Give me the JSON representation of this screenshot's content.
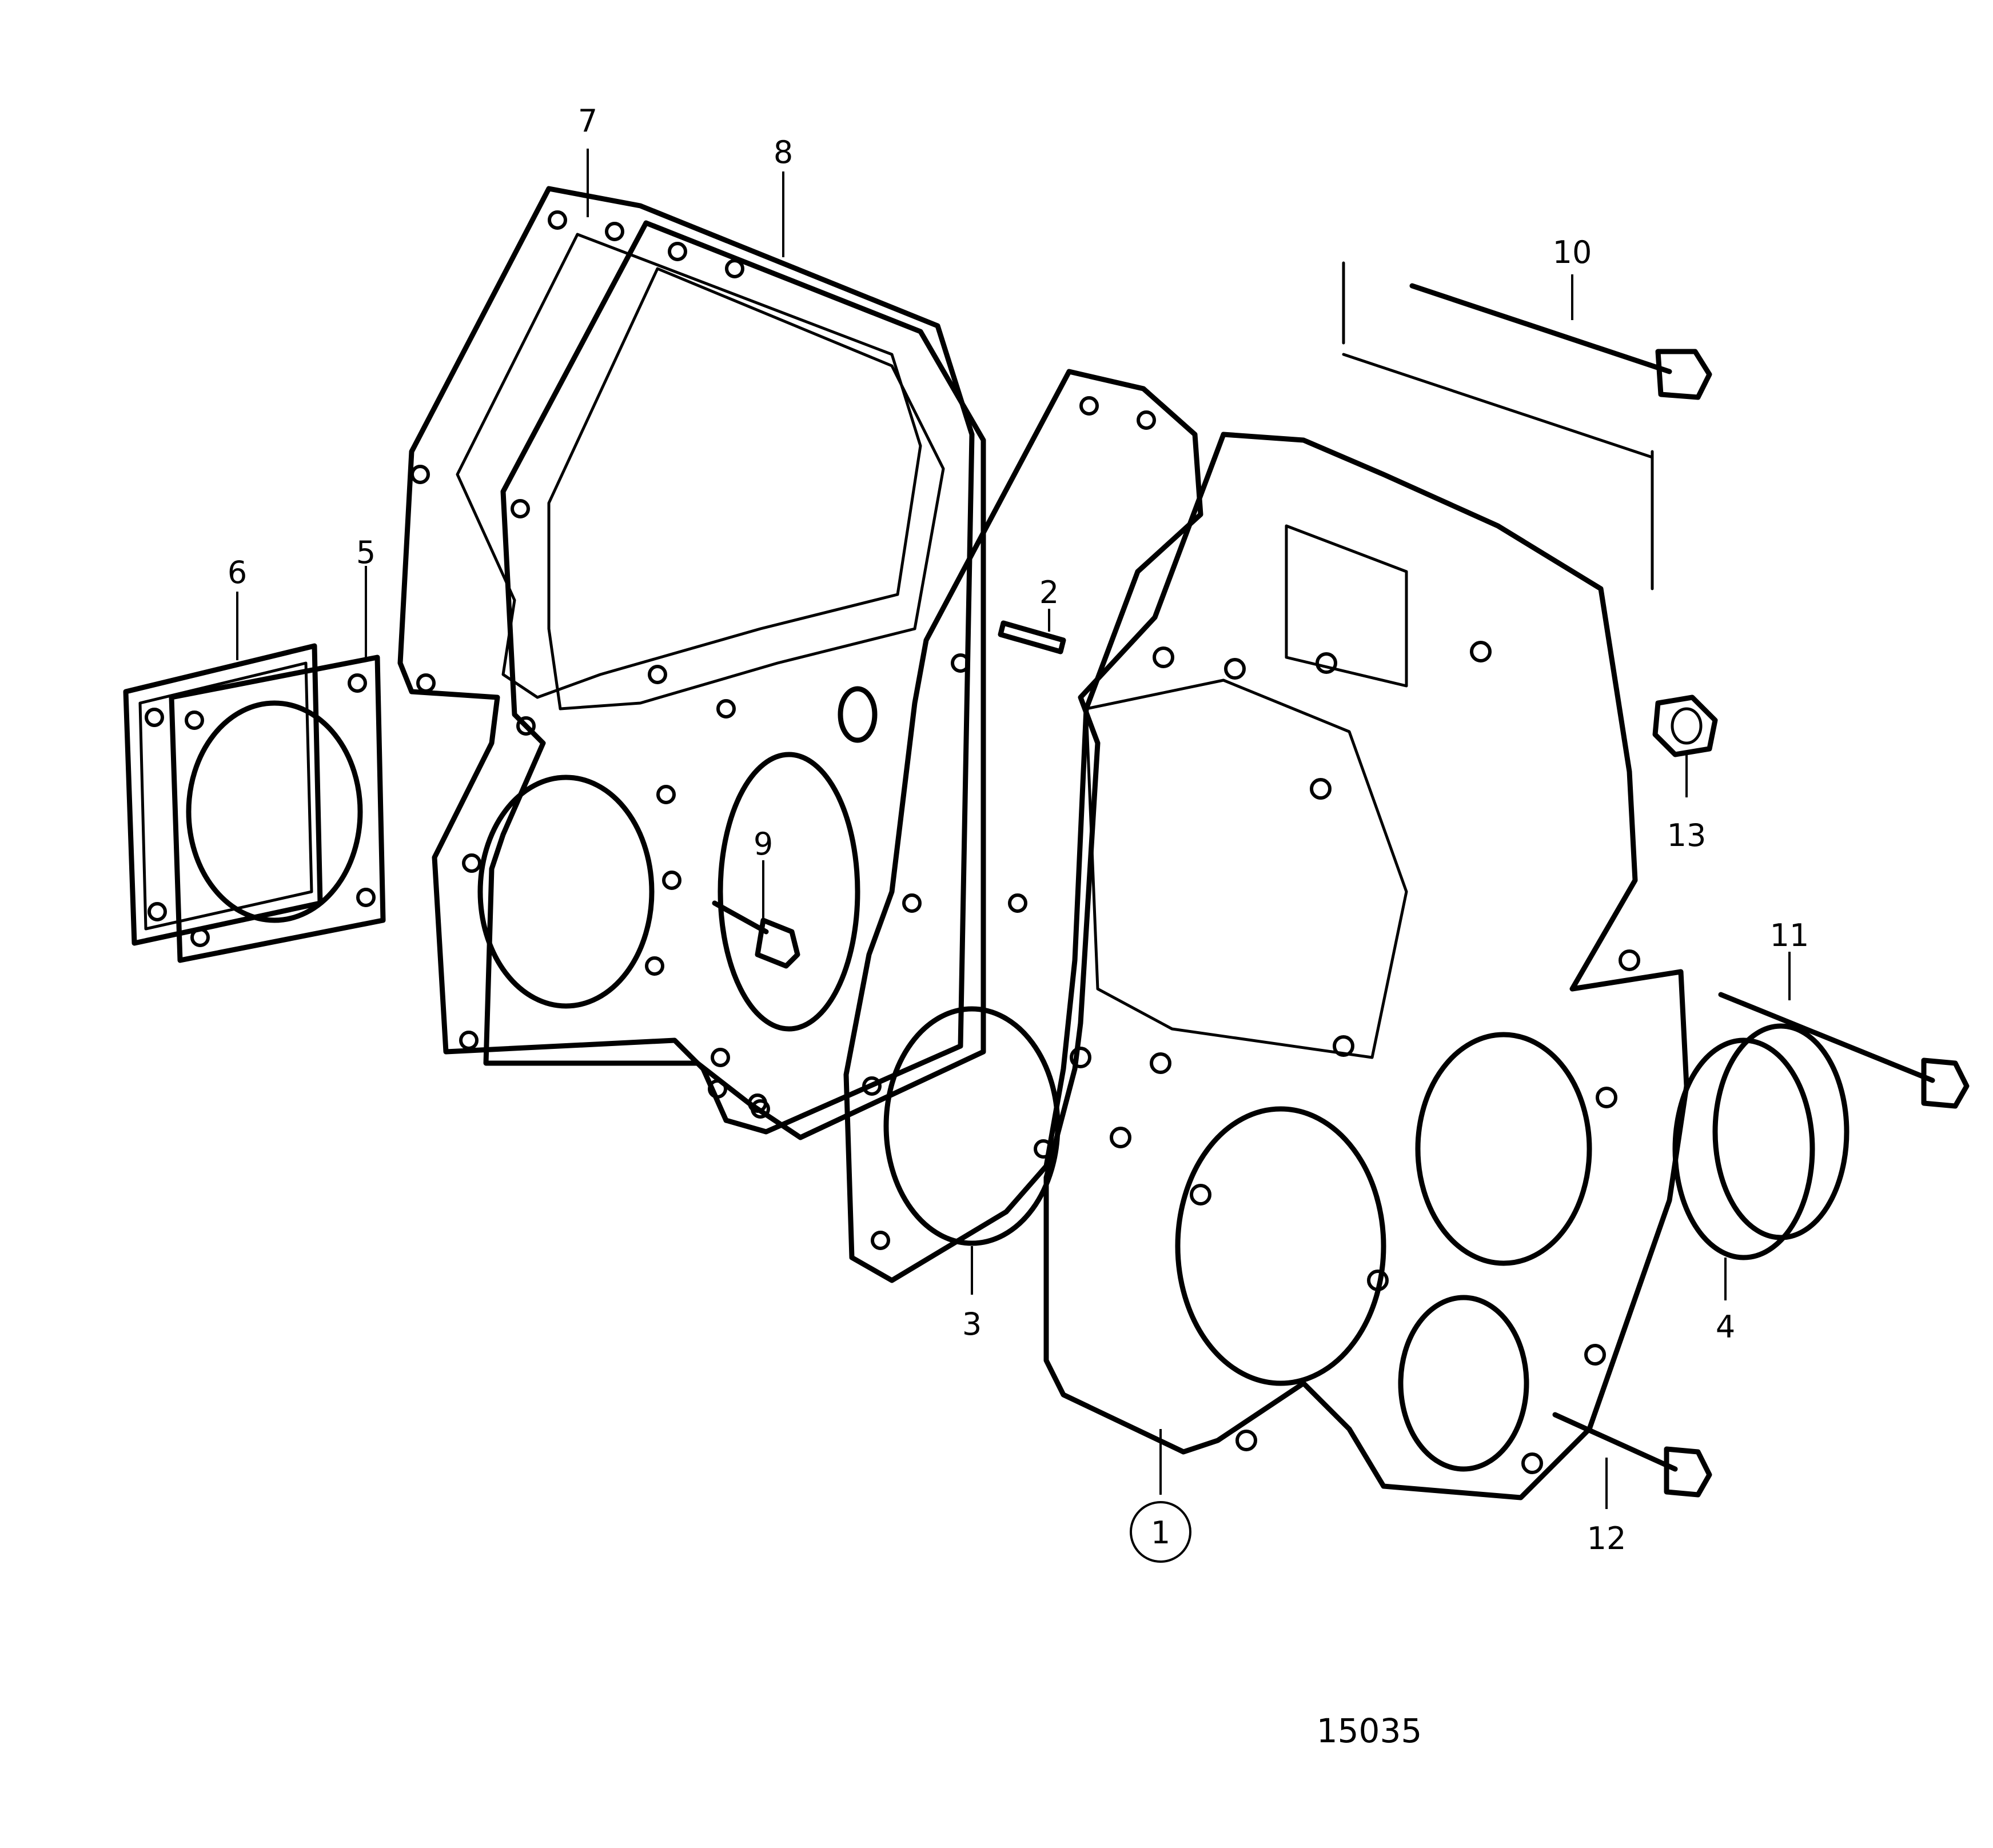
{
  "diagram": {
    "figure_number": "15035",
    "callouts": [
      {
        "id": "1",
        "label": "1",
        "circled": true
      },
      {
        "id": "2",
        "label": "2"
      },
      {
        "id": "3",
        "label": "3"
      },
      {
        "id": "4",
        "label": "4"
      },
      {
        "id": "5",
        "label": "5"
      },
      {
        "id": "6",
        "label": "6"
      },
      {
        "id": "7",
        "label": "7"
      },
      {
        "id": "8",
        "label": "8"
      },
      {
        "id": "9",
        "label": "9"
      },
      {
        "id": "10",
        "label": "10"
      },
      {
        "id": "11",
        "label": "11"
      },
      {
        "id": "12",
        "label": "12"
      },
      {
        "id": "13",
        "label": "13"
      }
    ]
  }
}
